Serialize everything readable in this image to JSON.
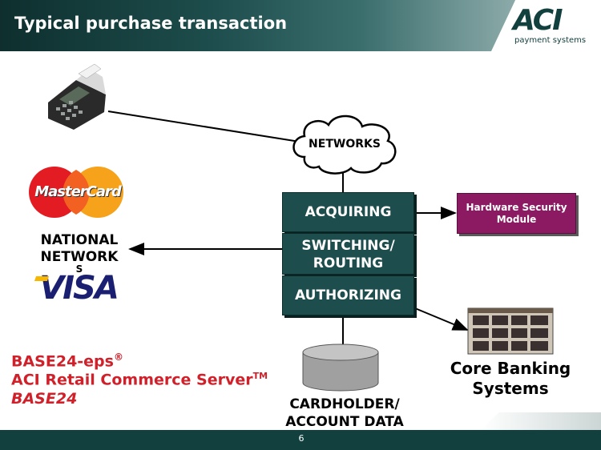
{
  "header": {
    "title": "Typical purchase transaction"
  },
  "logo": {
    "mark": "ACI",
    "sub": "payment systems"
  },
  "networks_cloud": "NETWORKS",
  "stack": {
    "acquiring": "ACQUIRING",
    "switching_line1": "SWITCHING/",
    "switching_line2": "ROUTING",
    "authorizing": "AUTHORIZING"
  },
  "hsm": {
    "line1": "Hardware Security",
    "line2": "Module"
  },
  "national_network": {
    "line1": "NATIONAL",
    "line2": "NETWORK",
    "line3": "S"
  },
  "mastercard": "MasterCard",
  "visa": "VISA",
  "database": {
    "line1": "CARDHOLDER/",
    "line2": "ACCOUNT DATA"
  },
  "core_banking": {
    "line1": "Core Banking",
    "line2": "Systems"
  },
  "products": {
    "eps": "BASE24-eps",
    "eps_sup": "®",
    "rcs": "ACI Retail Commerce Server",
    "rcs_sup": "TM",
    "base24": "BASE24"
  },
  "footer": {
    "page": "6"
  },
  "colors": {
    "dark_teal": "#1d4d4c",
    "hsm_purple": "#8b1a63",
    "product_red": "#d0202a"
  }
}
